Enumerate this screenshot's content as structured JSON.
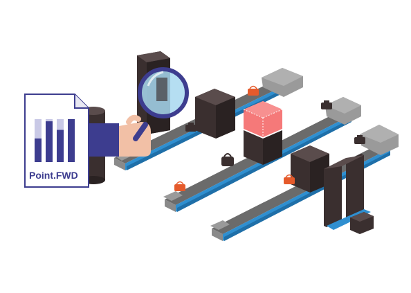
{
  "logo": {
    "brand": "Point.FWD",
    "bar_levels": [
      0.55,
      0.95,
      0.75,
      1.0
    ]
  },
  "colors": {
    "belt_top": "#6b6b6b",
    "belt_side": "#2f8fd0",
    "belt_end": "#9a9a9a",
    "scanner": "#3a2f2f",
    "highlight_box": "#f46a6a",
    "bag": "#e55a2b",
    "brand_navy": "#3d3d8f",
    "hand": "#f2c0a6"
  },
  "icons": [
    "magnifier-icon",
    "document-icon",
    "bag-icon",
    "suitcase-icon"
  ]
}
